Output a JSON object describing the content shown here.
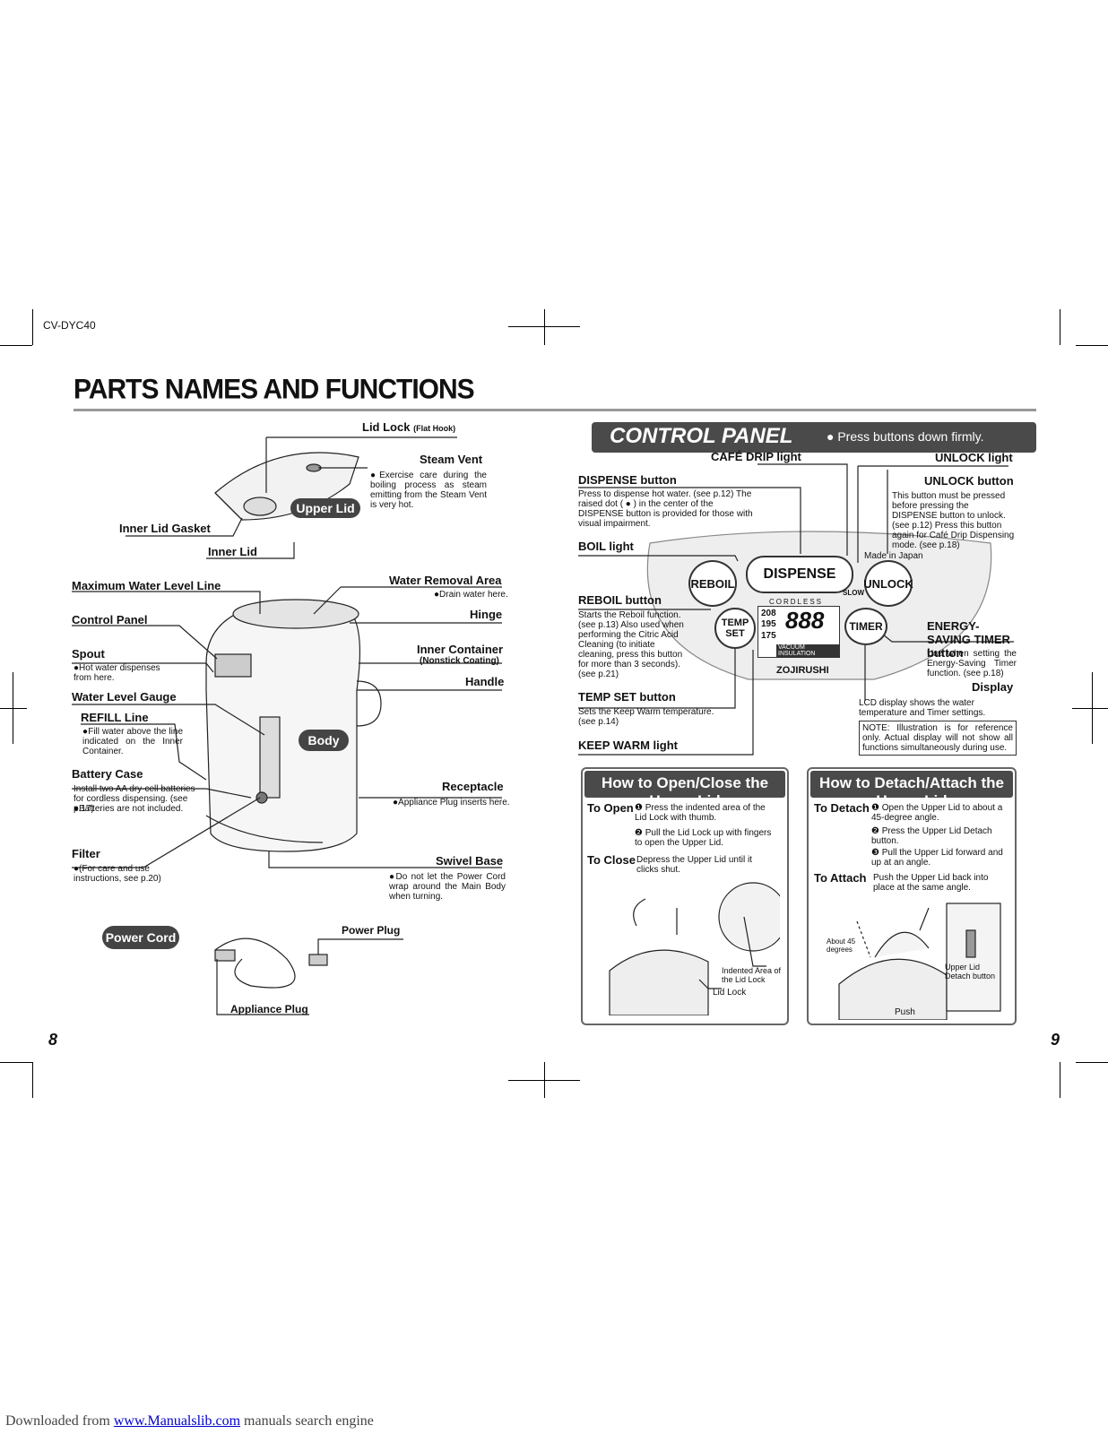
{
  "doc": {
    "model": "CV-DYC40",
    "title": "PARTS NAMES AND FUNCTIONS",
    "page_left": "8",
    "page_right": "9"
  },
  "left": {
    "lid_lock": "Lid Lock",
    "lid_lock_note": "(Flat Hook)",
    "steam_vent": "Steam Vent",
    "steam_vent_desc": "●Exercise care during the boiling process as steam emitting from the Steam Vent is very hot.",
    "upper_lid": "Upper Lid",
    "inner_lid_gasket": "Inner Lid Gasket",
    "inner_lid": "Inner Lid",
    "max_water": "Maximum Water Level Line",
    "water_removal": "Water Removal Area",
    "water_removal_desc": "●Drain water here.",
    "control_panel": "Control Panel",
    "hinge": "Hinge",
    "spout": "Spout",
    "spout_desc": "●Hot water dispenses from here.",
    "inner_container": "Inner Container",
    "inner_container_note": "(Nonstick Coating)",
    "handle": "Handle",
    "water_gauge": "Water Level Gauge",
    "refill": "REFILL Line",
    "refill_desc": "●Fill water above the line indicated on the Inner Container.",
    "body": "Body",
    "battery_case": "Battery Case",
    "battery_desc1": "Install two AA dry-cell batteries for cordless dispensing. (see p.17)",
    "battery_desc2": "●Batteries are not included.",
    "receptacle": "Receptacle",
    "receptacle_desc": "●Appliance Plug inserts here.",
    "filter": "Filter",
    "filter_desc": "●(For care and use instructions, see p.20)",
    "swivel": "Swivel Base",
    "swivel_desc": "●Do not let the Power Cord wrap around the Main Body when turning.",
    "power_cord": "Power Cord",
    "power_plug": "Power Plug",
    "appliance_plug": "Appliance Plug"
  },
  "right": {
    "panel_title": "CONTROL PANEL",
    "panel_note": "● Press buttons down firmly.",
    "cafe_drip": "CAFÉ DRIP light",
    "unlock_light": "UNLOCK light",
    "dispense_btn": "DISPENSE button",
    "dispense_desc": "Press to dispense hot water. (see p.12) The raised dot ( ● ) in the center of the DISPENSE button is provided for those with visual impairment.",
    "unlock_btn": "UNLOCK button",
    "unlock_desc": "This button must be pressed before pressing the DISPENSE button to unlock. (see p.12) Press this button again for Café Drip Dispensing mode. (see p.18)",
    "boil_light": "BOIL light",
    "reboil_btn": "REBOIL button",
    "reboil_desc": "Starts the Reboil function. (see p.13) Also used when performing the Citric Acid Cleaning (to initiate cleaning, press this button for more than 3 seconds). (see p.21)",
    "energy_btn": "ENERGY-SAVING TIMER button",
    "energy_desc": "Use when setting the Energy-Saving Timer function. (see p.18)",
    "display": "Display",
    "display_desc": "LCD display shows the water temperature and Timer settings.",
    "temp_btn": "TEMP SET button",
    "temp_desc": "Sets the Keep Warm temperature. (see p.14)",
    "keep_warm": "KEEP WARM light",
    "note": "NOTE: Illustration is for reference only. Actual display will not show all functions simultaneously during use.",
    "panel": {
      "made": "Made in Japan",
      "reboil": "REBOIL",
      "dispense": "DISPENSE",
      "unlock": "UNLOCK",
      "slow": "SLOW",
      "cordless": "CORDLESS",
      "temp": "TEMP",
      "set": "SET",
      "t208": "208",
      "t195": "195",
      "t175": "175",
      "digits": "888",
      "vacuum": "VACUUM INSULATION",
      "timer": "TIMER",
      "brand": "ZOJIRUSHI"
    },
    "open_close": {
      "title": "How to Open/Close the Upper Lid",
      "to_open": "To Open",
      "s1": "Press the indented area of the Lid Lock with thumb.",
      "s2": "Pull the Lid Lock up with fingers to open the Upper Lid.",
      "to_close": "To Close",
      "close_desc": "Depress the Upper Lid until it clicks shut.",
      "indented": "Indented Area of the Lid Lock",
      "lid_lock": "Lid Lock"
    },
    "detach": {
      "title": "How to Detach/Attach the Upper Lid",
      "to_detach": "To Detach",
      "s1": "Open the Upper Lid to about a 45-degree angle.",
      "s2": "Press the Upper Lid Detach button.",
      "s3": "Pull the Upper Lid forward and up at an angle.",
      "to_attach": "To Attach",
      "attach_desc": "Push the Upper Lid back into place at the same angle.",
      "about45": "About 45 degrees",
      "detach_btn": "Upper Lid Detach button",
      "push": "Push"
    }
  },
  "footer": {
    "prefix": "Downloaded from ",
    "link": "www.Manualslib.com",
    "suffix": " manuals search engine"
  }
}
